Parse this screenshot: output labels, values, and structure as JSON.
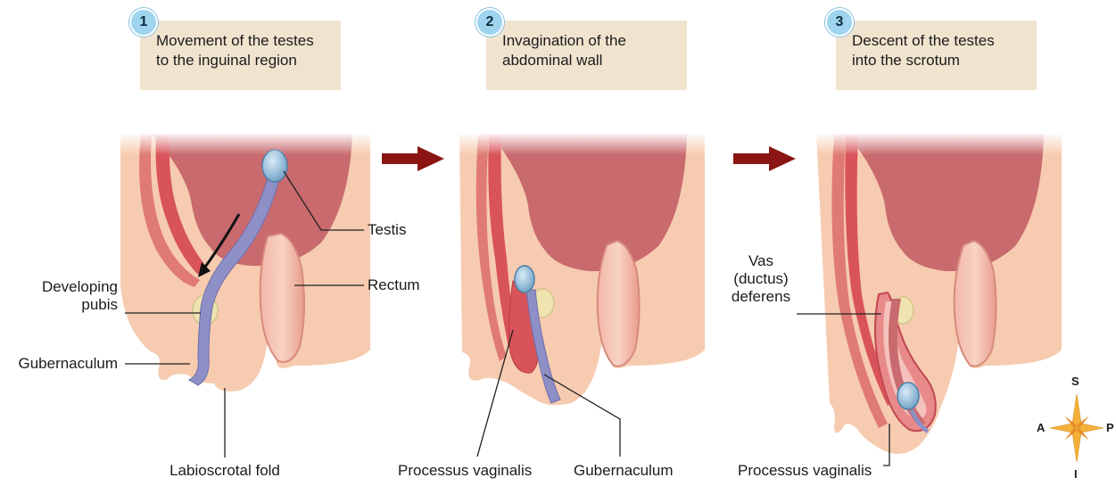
{
  "steps": [
    {
      "number": "1",
      "text_line1": "Movement of the testes",
      "text_line2": "to the inguinal region"
    },
    {
      "number": "2",
      "text_line1": "Invagination of the",
      "text_line2": "abdominal wall"
    },
    {
      "number": "3",
      "text_line1": "Descent of the testes",
      "text_line2": "into the scrotum"
    }
  ],
  "labels": {
    "testis": "Testis",
    "rectum": "Rectum",
    "developing_pubis_1": "Developing",
    "developing_pubis_2": "pubis",
    "gubernaculum_1": "Gubernaculum",
    "labioscrotal_fold": "Labioscrotal fold",
    "processus_vaginalis_2": "Processus vaginalis",
    "gubernaculum_2": "Gubernaculum",
    "vas_1": "Vas",
    "vas_2": "(ductus)",
    "vas_3": "deferens",
    "processus_vaginalis_3": "Processus vaginalis"
  },
  "compass": {
    "S": "S",
    "A": "A",
    "P": "P",
    "I": "I"
  },
  "colors": {
    "box": "#f1e4cf",
    "badge": "#9fd4ef",
    "skin": "#f6cbb0",
    "peritoneum": "#c96a6e",
    "muscle": "#d9545a",
    "gubernaculum": "#8f8fc7",
    "testis": "#7fb1d4",
    "arrow": "#8a1512"
  }
}
